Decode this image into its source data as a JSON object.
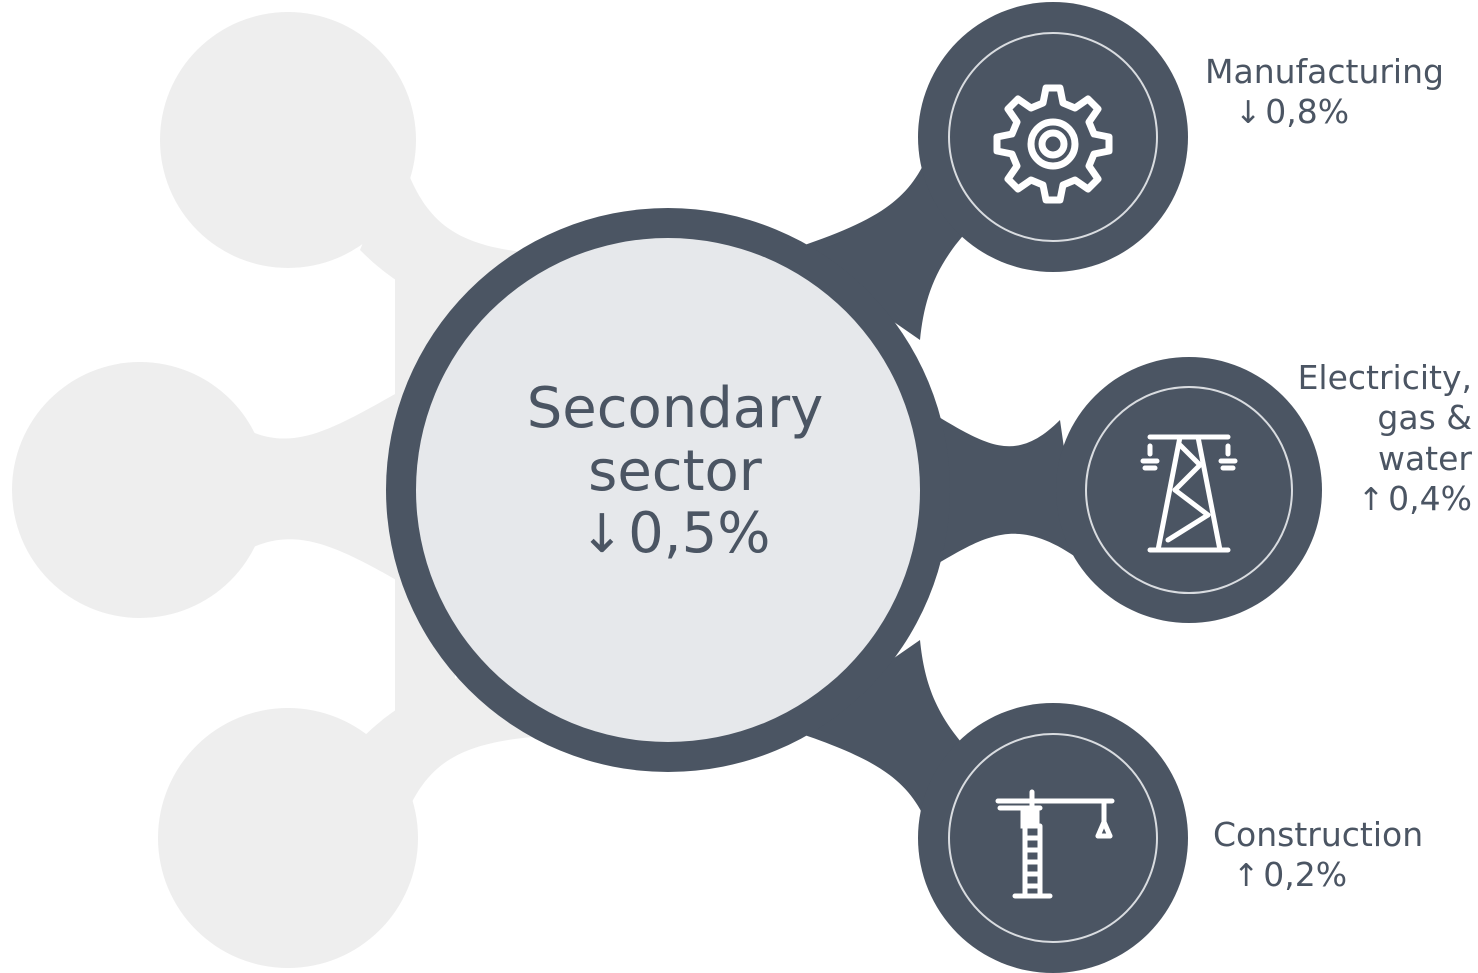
{
  "center": {
    "line1": "Secondary",
    "line2": "sector",
    "change": "0,5%",
    "direction_glyph": "↓"
  },
  "branches": [
    {
      "name": "Manufacturing",
      "change": "0,8%",
      "direction_glyph": "↓",
      "icon": "gear-icon"
    },
    {
      "name_lines": [
        "Electricity,",
        "gas &",
        "water"
      ],
      "change": "0,4%",
      "direction_glyph": "↑",
      "icon": "power-tower-icon"
    },
    {
      "name": "Construction",
      "change": "0,2%",
      "direction_glyph": "↑",
      "icon": "crane-icon"
    }
  ],
  "colors": {
    "node_dark": "#4b5563",
    "center_fill": "#e6e8eb",
    "ghost_gray": "#eeeeee",
    "text": "#4b5563"
  }
}
